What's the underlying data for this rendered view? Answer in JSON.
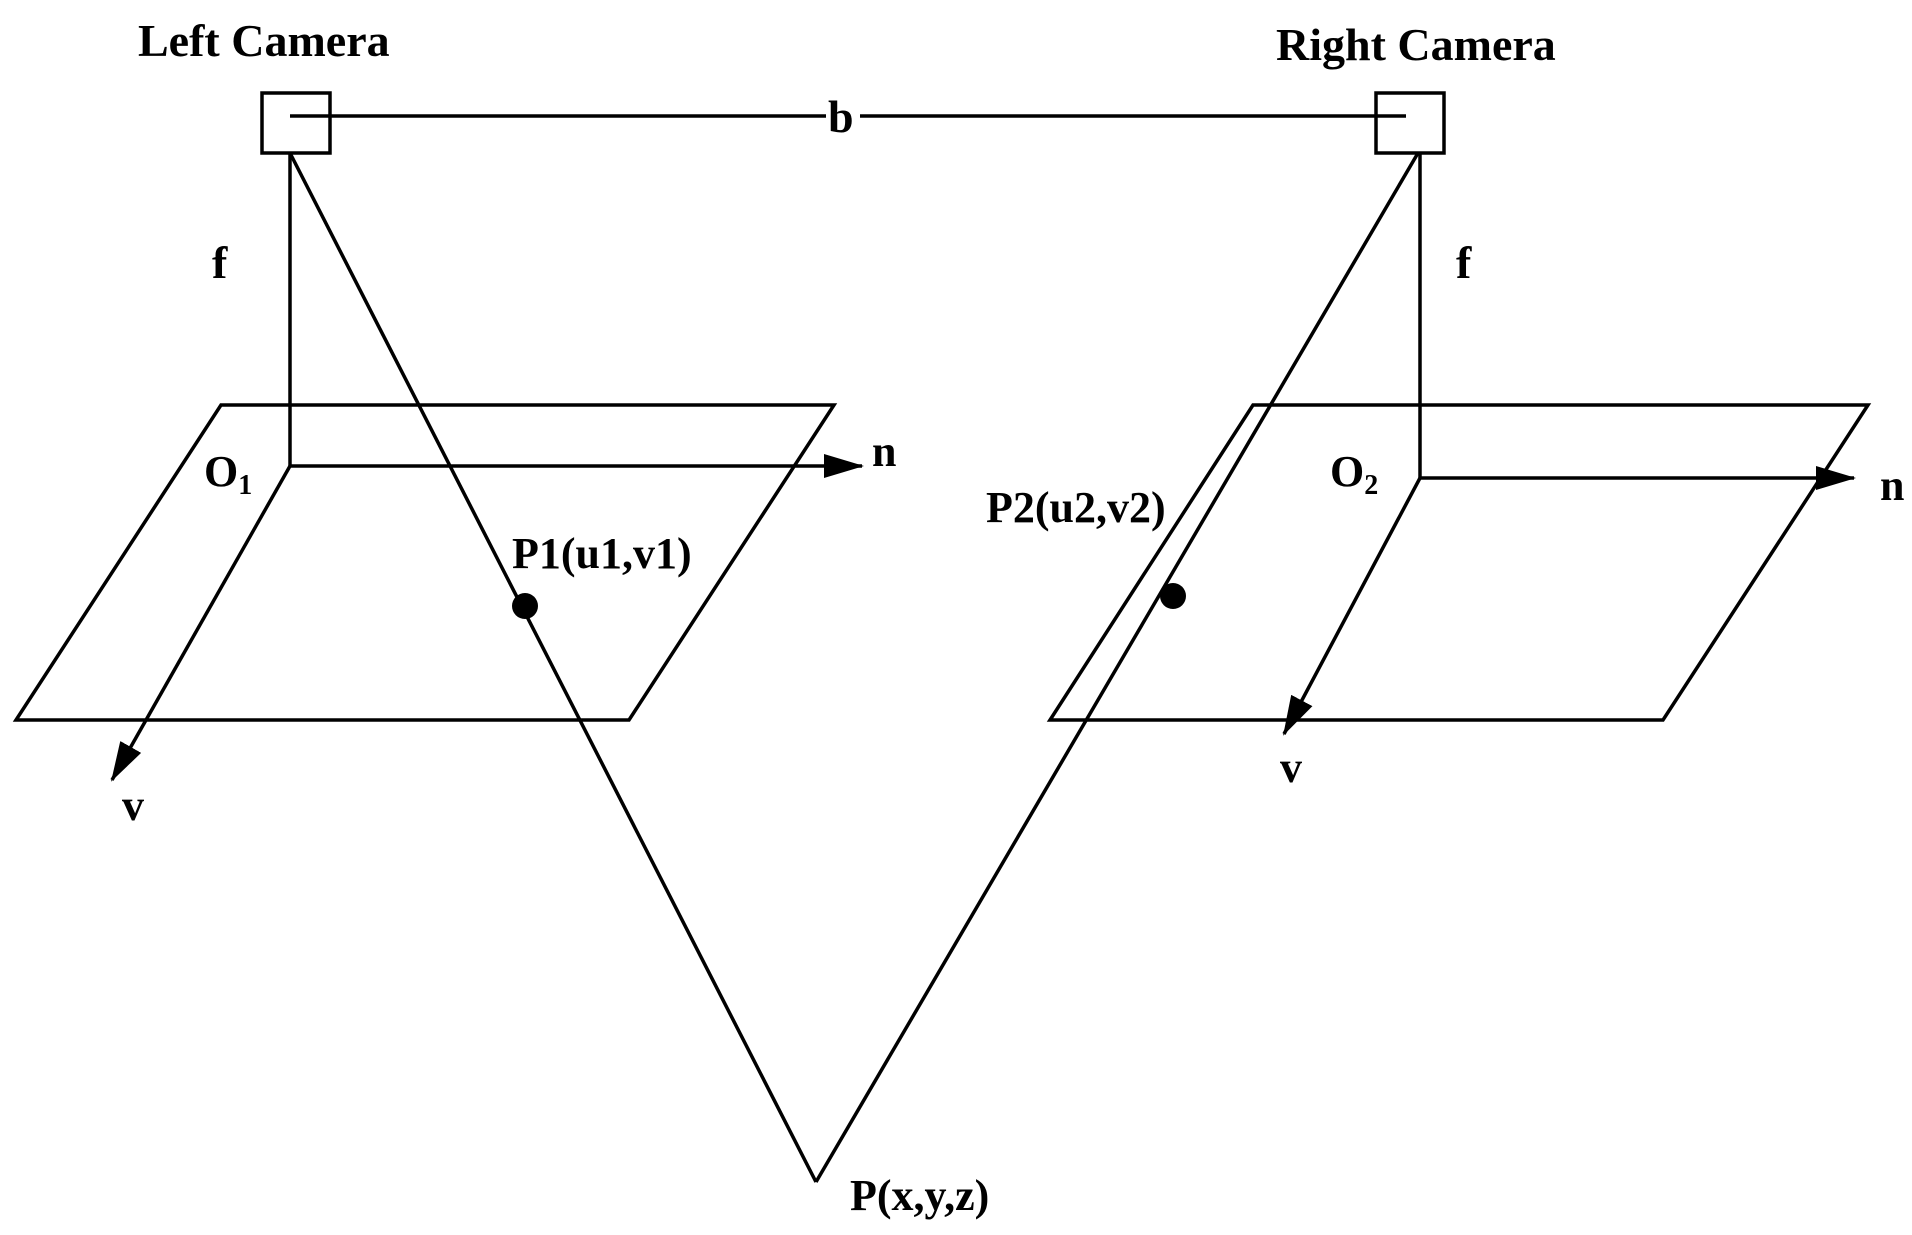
{
  "diagram": {
    "left_camera_label": "Left Camera",
    "right_camera_label": "Right Camera",
    "baseline_label": "b",
    "focal_left_label": "f",
    "focal_right_label": "f",
    "origin_left": {
      "main": "O",
      "sub": "1"
    },
    "origin_right": {
      "main": "O",
      "sub": "2"
    },
    "axis_n_left": "n",
    "axis_v_left": "v",
    "axis_n_right": "n",
    "axis_v_right": "v",
    "point_p1": "P1(u1,v1)",
    "point_p2": "P2(u2,v2)",
    "point_p": "P(x,y,z)"
  },
  "colors": {
    "stroke": "#000000",
    "background": "#ffffff"
  }
}
